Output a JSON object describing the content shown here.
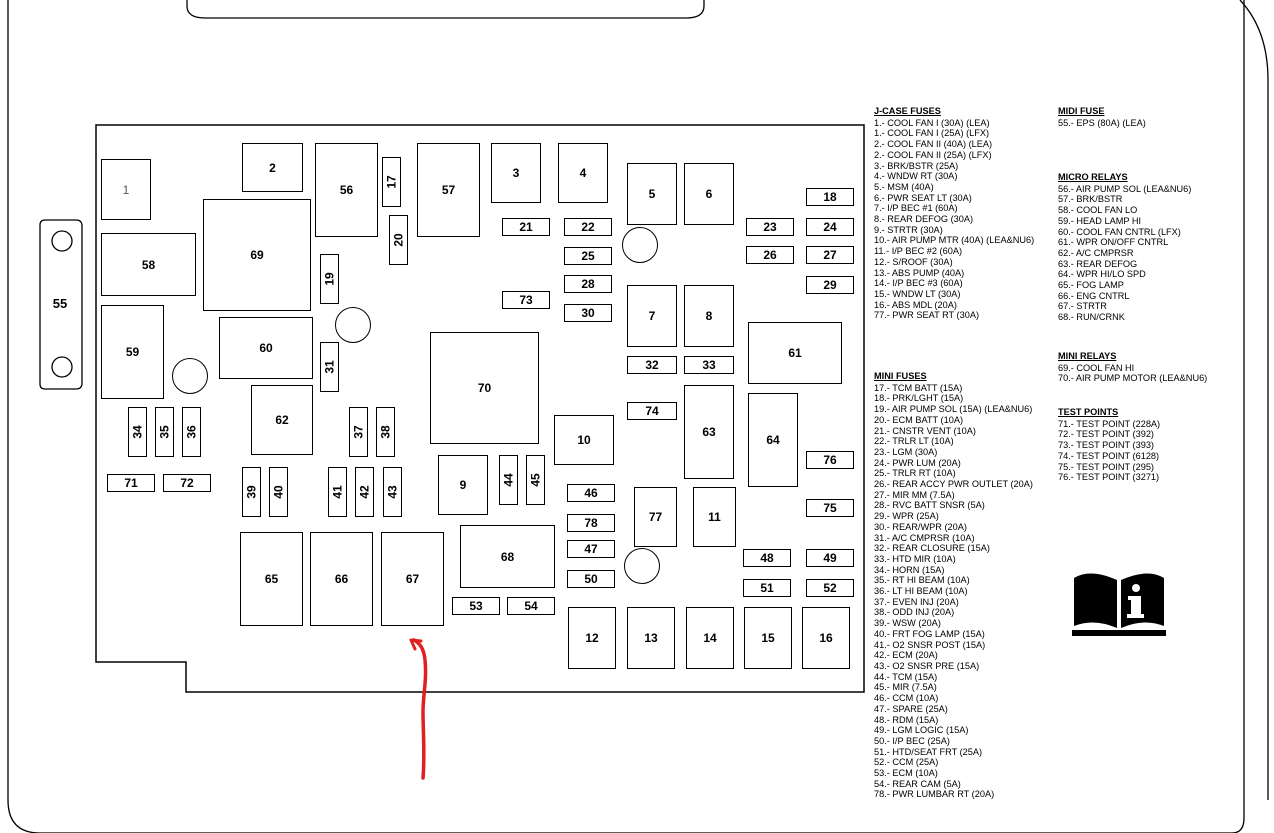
{
  "fuse_box": {
    "connector_label": "55",
    "boxes": [
      "1",
      "2",
      "56",
      "17",
      "57",
      "3",
      "4",
      "5",
      "6",
      "18",
      "69",
      "20",
      "21",
      "22",
      "23",
      "24",
      "25",
      "26",
      "27",
      "58",
      "19",
      "28",
      "73",
      "29",
      "30",
      "7",
      "8",
      "59",
      "60",
      "31",
      "61",
      "32",
      "33",
      "70",
      "62",
      "74",
      "63",
      "64",
      "34",
      "35",
      "36",
      "37",
      "38",
      "10",
      "76",
      "71",
      "72",
      "39",
      "40",
      "41",
      "42",
      "43",
      "9",
      "44",
      "45",
      "46",
      "75",
      "77",
      "11",
      "78",
      "68",
      "47",
      "65",
      "66",
      "67",
      "48",
      "49",
      "50",
      "51",
      "52",
      "53",
      "54",
      "12",
      "13",
      "14",
      "15",
      "16"
    ]
  },
  "legend": {
    "j_case": {
      "title": "J-CASE FUSES",
      "items": [
        "1.- COOL FAN I (30A) (LEA)",
        "1.- COOL FAN I (25A) (LFX)",
        "2.- COOL FAN II (40A) (LEA)",
        "2.- COOL FAN II (25A) (LFX)",
        "3.- BRK/BSTR (25A)",
        "4.- WNDW RT (30A)",
        "5.- MSM (40A)",
        "6.- PWR SEAT LT (30A)",
        "7.- I/P BEC #1 (60A)",
        "8.- REAR DEFOG (30A)",
        "9.- STRTR (30A)",
        "10.- AIR PUMP MTR (40A) (LEA&NU6)",
        "11.- I/P BEC #2 (60A)",
        "12.- S/ROOF (30A)",
        "13.- ABS PUMP (40A)",
        "14.- I/P BEC #3 (60A)",
        "15.- WNDW LT (30A)",
        "16.- ABS MDL (20A)",
        "77.- PWR SEAT RT (30A)"
      ]
    },
    "midi_fuse": {
      "title": "MIDI FUSE",
      "items": [
        "55.- EPS (80A) (LEA)"
      ]
    },
    "micro_relays": {
      "title": "MICRO RELAYS",
      "items": [
        "56.- AIR PUMP SOL (LEA&NU6)",
        "57.- BRK/BSTR",
        "58.- COOL FAN LO",
        "59.- HEAD LAMP HI",
        "60.- COOL FAN CNTRL (LFX)",
        "61.- WPR ON/OFF CNTRL",
        "62.- A/C CMPRSR",
        "63.- REAR DEFOG",
        "64.- WPR HI/LO SPD",
        "65.- FOG LAMP",
        "66.- ENG CNTRL",
        "67.- STRTR",
        "68.- RUN/CRNK"
      ]
    },
    "mini_relays": {
      "title": "MINI RELAYS",
      "items": [
        "69.- COOL FAN HI",
        "70.- AIR PUMP MOTOR (LEA&NU6)"
      ]
    },
    "test_points": {
      "title": "TEST POINTS",
      "items": [
        "71.- TEST POINT (228A)",
        "72.- TEST POINT (392)",
        "73.- TEST POINT (393)",
        "74.- TEST POINT (6128)",
        "75.- TEST POINT (295)",
        "76.- TEST POINT (3271)"
      ]
    },
    "mini_fuses": {
      "title": "MINI FUSES",
      "items": [
        "17.- TCM BATT (15A)",
        "18.- PRK/LGHT (15A)",
        "19.- AIR PUMP SOL (15A) (LEA&NU6)",
        "20.- ECM BATT (10A)",
        "21.- CNSTR VENT (10A)",
        "22.- TRLR LT (10A)",
        "23.- LGM (30A)",
        "24.- PWR LUM (20A)",
        "25.- TRLR RT (10A)",
        "26.- REAR ACCY PWR OUTLET (20A)",
        "27.- MIR MM (7.5A)",
        "28.- RVC BATT SNSR (5A)",
        "29.- WPR (25A)",
        "30.- REAR/WPR (20A)",
        "31.- A/C CMPRSR (10A)",
        "32.- REAR CLOSURE (15A)",
        "33.- HTD MIR (10A)",
        "34.- HORN (15A)",
        "35.- RT HI BEAM (10A)",
        "36.- LT HI BEAM (10A)",
        "37.- EVEN INJ (20A)",
        "38.- ODD INJ (20A)",
        "39.- WSW (20A)",
        "40.- FRT FOG LAMP (15A)",
        "41.- O2 SNSR POST (15A)",
        "42.- ECM (20A)",
        "43.- O2 SNSR PRE (15A)",
        "44.- TCM (15A)",
        "45.- MIR (7.5A)",
        "46.- CCM (10A)",
        "47.- SPARE (25A)",
        "48.- RDM (15A)",
        "49.- LGM LOGIC (15A)",
        "50.- I/P BEC (25A)",
        "51.- HTD/SEAT FRT (25A)",
        "52.- CCM (25A)",
        "53.- ECM (10A)",
        "54.- REAR CAM (5A)",
        "78.- PWR LUMBAR RT (20A)"
      ]
    }
  },
  "colors": {
    "line": "#000000",
    "annotation_arrow": "#e02020"
  },
  "icons": [
    "info-book-icon"
  ]
}
